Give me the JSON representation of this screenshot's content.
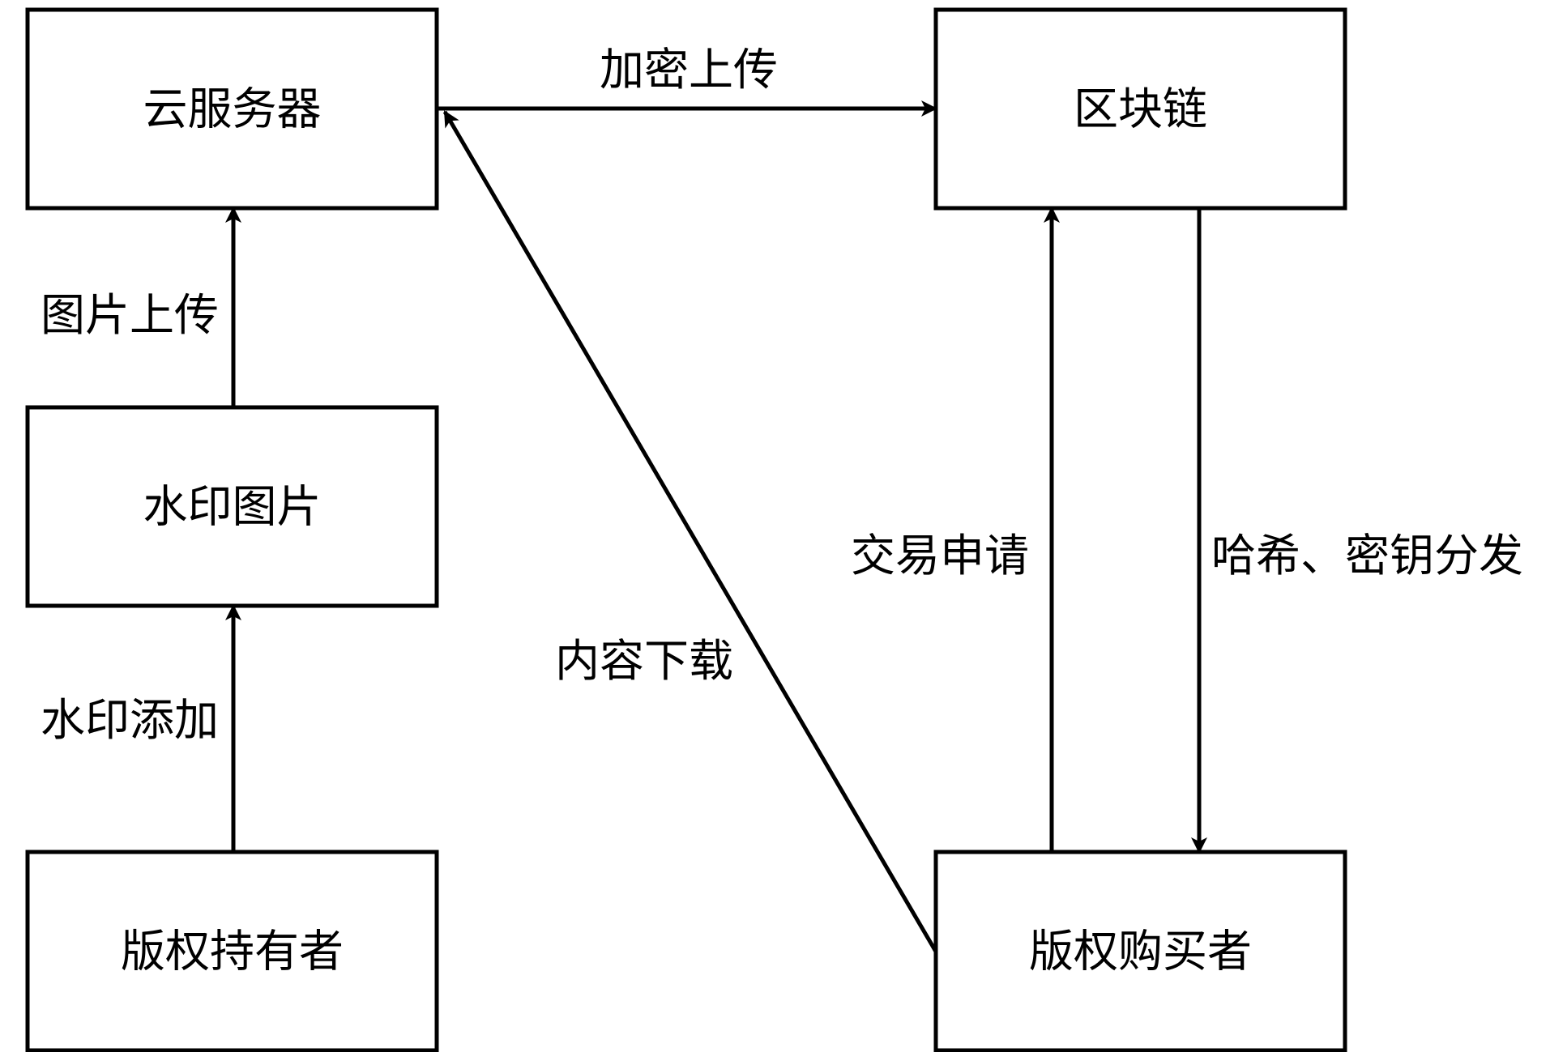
{
  "diagram": {
    "nodes": [
      {
        "id": "cloud_server",
        "label": "云服务器"
      },
      {
        "id": "blockchain",
        "label": "区块链"
      },
      {
        "id": "watermark_image",
        "label": "水印图片"
      },
      {
        "id": "copyright_holder",
        "label": "版权持有者"
      },
      {
        "id": "copyright_buyer",
        "label": "版权购买者"
      }
    ],
    "edges": [
      {
        "id": "encrypt_upload",
        "from": "cloud_server",
        "to": "blockchain",
        "label": "加密上传"
      },
      {
        "id": "image_upload",
        "from": "watermark_image",
        "to": "cloud_server",
        "label": "图片上传"
      },
      {
        "id": "watermark_add",
        "from": "copyright_holder",
        "to": "watermark_image",
        "label": "水印添加"
      },
      {
        "id": "content_download",
        "from": "copyright_buyer",
        "to": "cloud_server",
        "label": "内容下载"
      },
      {
        "id": "trade_request",
        "from": "copyright_buyer",
        "to": "blockchain",
        "label": "交易申请"
      },
      {
        "id": "hash_key_distribute",
        "from": "blockchain",
        "to": "copyright_buyer",
        "label": "哈希、密钥分发"
      }
    ],
    "colors": {
      "stroke": "#000000",
      "fill": "#ffffff",
      "text": "#000000"
    }
  }
}
